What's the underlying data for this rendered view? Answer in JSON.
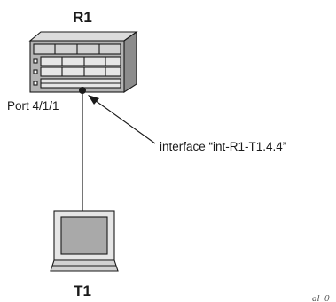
{
  "router": {
    "name": "R1",
    "port_label": "Port 4/1/1"
  },
  "host": {
    "name": "T1"
  },
  "callout": {
    "label": "interface “int-R1-T1.4.4”"
  },
  "figure_tag": "al_0",
  "colors": {
    "line": "#1a1a1a",
    "router_face": "#b4b4b4",
    "router_top": "#dcdcdc",
    "router_side": "#8c8c8c",
    "screen": "#a9a9a9"
  }
}
